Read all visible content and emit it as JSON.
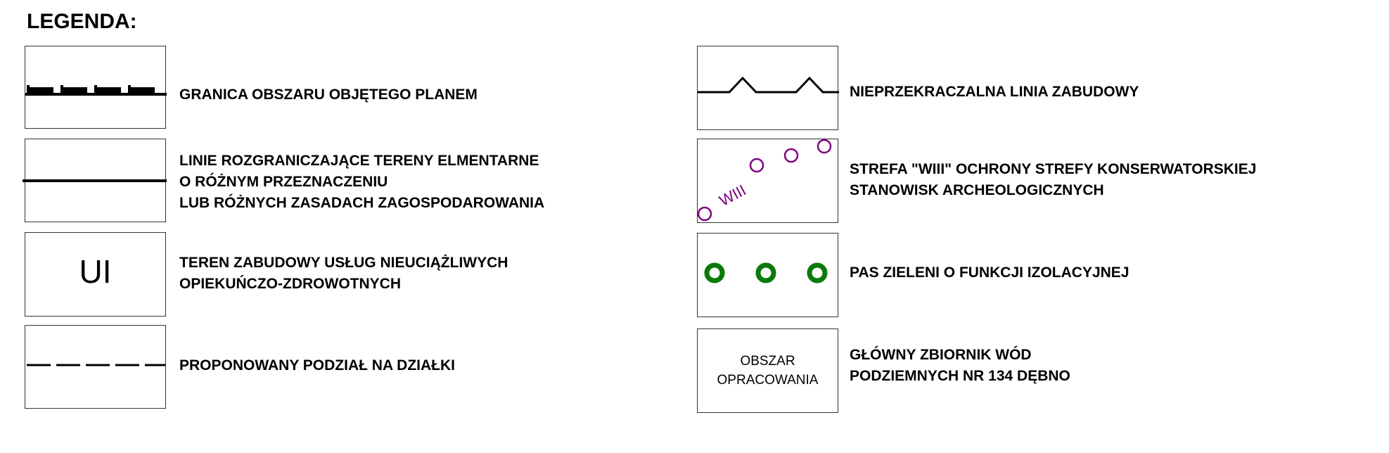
{
  "title": "LEGENDA:",
  "colors": {
    "line": "#000000",
    "archaeology": "#800080",
    "green_belt": "#0a7a0a",
    "border": "#333333"
  },
  "left": [
    {
      "symbol": "plan-boundary-line",
      "lines": [
        "GRANICA OBSZARU OBJĘTEGO PLANEM"
      ]
    },
    {
      "symbol": "solid-line",
      "lines": [
        "LINIE ROZGRANICZAJĄCE TERENY ELMENTARNE",
        "O RÓŻNYM PRZEZNACZENIU",
        "LUB RÓŻNYCH ZASADACH ZAGOSPODAROWANIA"
      ]
    },
    {
      "symbol": "zone-code",
      "symbol_text": "UI",
      "lines": [
        "TEREN ZABUDOWY USŁUG NIEUCIĄŻLIWYCH",
        "OPIEKUŃCZO-ZDROWOTNYCH"
      ]
    },
    {
      "symbol": "dashed-line",
      "lines": [
        "PROPONOWANY PODZIAŁ NA DZIAŁKI"
      ]
    }
  ],
  "right": [
    {
      "symbol": "building-line-triangles",
      "lines": [
        "NIEPRZEKRACZALNA LINIA ZABUDOWY"
      ]
    },
    {
      "symbol": "archaeology-circles",
      "symbol_text": "WIII",
      "lines": [
        "STREFA \"WIII\" OCHRONY STREFY KONSERWATORSKIEJ",
        "STANOWISK ARCHEOLOGICZNYCH"
      ]
    },
    {
      "symbol": "green-rings",
      "lines": [
        "PAS ZIELENI O FUNKCJI IZOLACYJNEJ"
      ]
    },
    {
      "symbol": "area-text",
      "symbol_lines": [
        "OBSZAR",
        "OPRACOWANIA"
      ],
      "lines": [
        "GŁÓWNY ZBIORNIK WÓD",
        "PODZIEMNYCH NR 134 DĘBNO"
      ]
    }
  ]
}
